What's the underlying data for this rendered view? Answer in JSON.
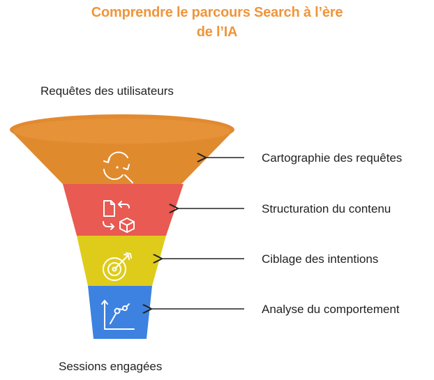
{
  "title": {
    "line1": "Comprendre le parcours Search à l’ère",
    "line2": "de l’IA"
  },
  "funnel": {
    "top_label": "Requêtes des utilisateurs",
    "bottom_label": "Sessions engagées",
    "stages": [
      {
        "label": "Cartographie des requêtes",
        "color": "#e08a2e",
        "icon": "search-refresh-icon"
      },
      {
        "label": "Structuration du contenu",
        "color": "#e85a52",
        "icon": "document-cube-icon"
      },
      {
        "label": "Ciblage des intentions",
        "color": "#dfcc1a",
        "icon": "target-arrow-icon"
      },
      {
        "label": "Analyse du comportement",
        "color": "#3d82e0",
        "icon": "line-chart-icon"
      }
    ],
    "rim_color": "#e28a30"
  }
}
